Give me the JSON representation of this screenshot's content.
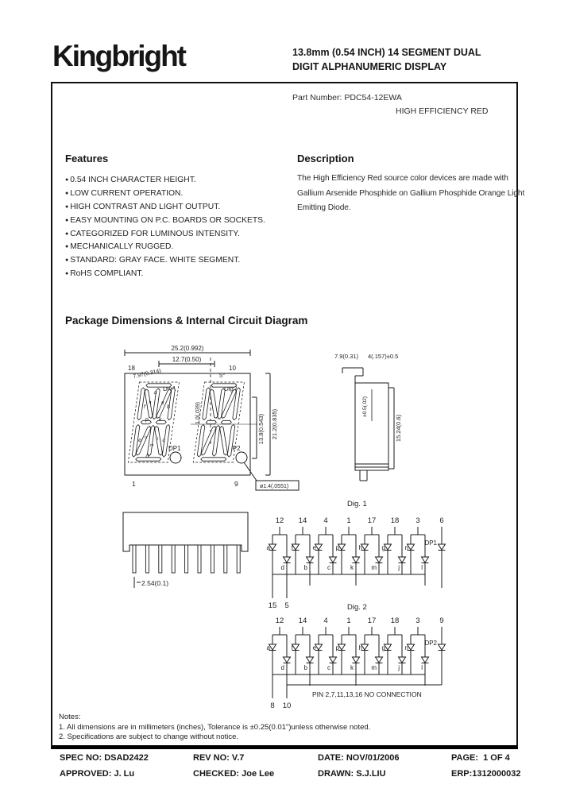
{
  "header": {
    "logo": "Kingbright",
    "title_line1": "13.8mm (0.54 INCH) 14 SEGMENT DUAL",
    "title_line2": "DIGIT ALPHANUMERIC DISPLAY",
    "part_number_label": "Part Number: PDC54-12EWA",
    "color_label": "HIGH EFFICIENCY RED"
  },
  "features": {
    "heading": "Features",
    "items": [
      "0.54 INCH CHARACTER HEIGHT.",
      "LOW CURRENT OPERATION.",
      "HIGH CONTRAST AND LIGHT OUTPUT.",
      "EASY MOUNTING ON P.C. BOARDS OR SOCKETS.",
      "CATEGORIZED FOR LUMINOUS INTENSITY.",
      "MECHANICALLY RUGGED.",
      "STANDARD: GRAY FACE. WHITE SEGMENT.",
      "RoHS COMPLIANT."
    ]
  },
  "description": {
    "heading": "Description",
    "text": "The High Efficiency Red source color devices are made with Gallium Arsenide Phosphide on Gallium Phosphide Orange Light Emitting Diode."
  },
  "package_section": {
    "heading": "Package Dimensions & Internal Circuit Diagram",
    "dims": {
      "total_width": "25.2(0.992)",
      "digit_pitch": "12.7(0.50)",
      "char_slant": "7.97(0.314)",
      "slant_angle": "5°",
      "seg_gap": "1.0(.039)",
      "char_height": "13.8(0.543)",
      "pkg_height": "21.2(0.835)",
      "dp_diameter": "ø1.4(.0551)",
      "side_width": "7.9(0.31)",
      "lead_length": "4(.157)±0.5",
      "tolerance": "±0.5(.02)",
      "body_length": "15.24(0.6)",
      "pin_pitch": "2.54(0.1)"
    },
    "labels": {
      "dig1": "Dig1",
      "dig2": "Dig2",
      "dp1": "DP1",
      "dp2": "DP2",
      "pin_top_left": "18",
      "pin_top_right": "10",
      "pin_bottom_left": "1",
      "pin_bottom_right": "9"
    },
    "dig1_letters": [
      "a",
      "f",
      "b",
      "p",
      "k",
      "e",
      "c",
      "d",
      "h",
      "g",
      "j",
      "n",
      "m",
      "l"
    ]
  },
  "circuit": {
    "dig1": {
      "title": "Dig. 1",
      "top_pins": [
        "12",
        "14",
        "4",
        "1",
        "17",
        "18",
        "3",
        "6"
      ],
      "top_segments": [
        "a",
        "f",
        "e",
        "p",
        "h",
        "g",
        "n"
      ],
      "dp_label": "DP1",
      "bottom_segments": [
        "d",
        "b",
        "c",
        "k",
        "m",
        "j",
        "l"
      ],
      "bottom_pins": [
        "15",
        "5"
      ]
    },
    "dig2": {
      "title": "Dig. 2",
      "top_pins": [
        "12",
        "14",
        "4",
        "1",
        "17",
        "18",
        "3",
        "9"
      ],
      "top_segments": [
        "a",
        "f",
        "e",
        "p",
        "h",
        "g",
        "n"
      ],
      "dp_label": "DP2",
      "bottom_segments": [
        "d",
        "b",
        "c",
        "k",
        "m",
        "j",
        "l"
      ],
      "bottom_pins": [
        "8",
        "10"
      ]
    },
    "nc_note": "PIN 2,7,11,13,16 NO CONNECTION"
  },
  "notes": {
    "heading": "Notes:",
    "items": [
      "1. All dimensions are in millimeters (inches), Tolerance is ±0.25(0.01\")unless otherwise noted.",
      "2. Specifications are subject to change without notice."
    ]
  },
  "footer": {
    "spec_no": "SPEC NO: DSAD2422",
    "rev_no": "REV NO: V.7",
    "date": "DATE: NOV/01/2006",
    "page": "PAGE:  1 OF 4",
    "approved": "APPROVED: J. Lu",
    "checked": "CHECKED: Joe Lee",
    "drawn": "DRAWN: S.J.LIU",
    "erp": "ERP:1312000032"
  },
  "colors": {
    "ink": "#1a1a1a"
  }
}
